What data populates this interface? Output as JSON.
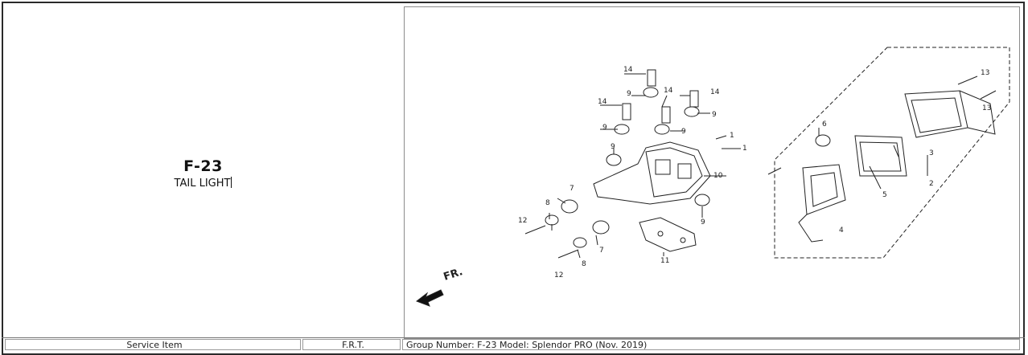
{
  "part": {
    "code": "F-23",
    "name": "TAIL LIGHT"
  },
  "diagram": {
    "callouts": [
      "1",
      "1",
      "2",
      "3",
      "4",
      "5",
      "6",
      "7",
      "7",
      "8",
      "8",
      "9",
      "9",
      "9",
      "9",
      "9",
      "9",
      "10",
      "11",
      "12",
      "12",
      "13",
      "13",
      "14",
      "14",
      "14",
      "14"
    ],
    "direction_label": "FR."
  },
  "bottom_row": {
    "col1": "Service Item",
    "col2": "F.R.T.",
    "col3_prefix": "Group Number: F-23  Model: Splendor PRO (Nov. 2019)"
  }
}
